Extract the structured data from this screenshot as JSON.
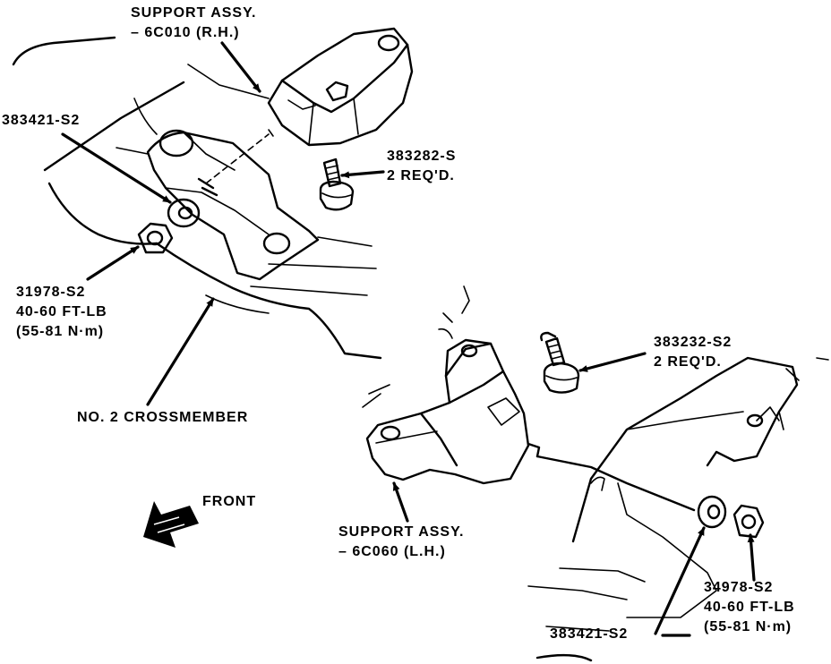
{
  "labels": {
    "support_rh": [
      "SUPPORT ASSY.",
      "– 6C010 (R.H.)"
    ],
    "part_383421_top": "383421-S2",
    "part_383282": [
      "383282-S",
      "2 REQ'D."
    ],
    "part_31978": [
      "31978-S2",
      "40-60 FT-LB",
      "(55-81 N·m)"
    ],
    "crossmember": "NO. 2 CROSSMEMBER",
    "front": "FRONT",
    "part_383232": [
      "383232-S2",
      "2 REQ'D."
    ],
    "support_lh": [
      "SUPPORT ASSY.",
      "– 6C060 (L.H.)"
    ],
    "part_34978": [
      "34978-S2",
      "40-60 FT-LB",
      "(55-81 N·m)"
    ],
    "part_383421_bottom": "383421-S2"
  }
}
